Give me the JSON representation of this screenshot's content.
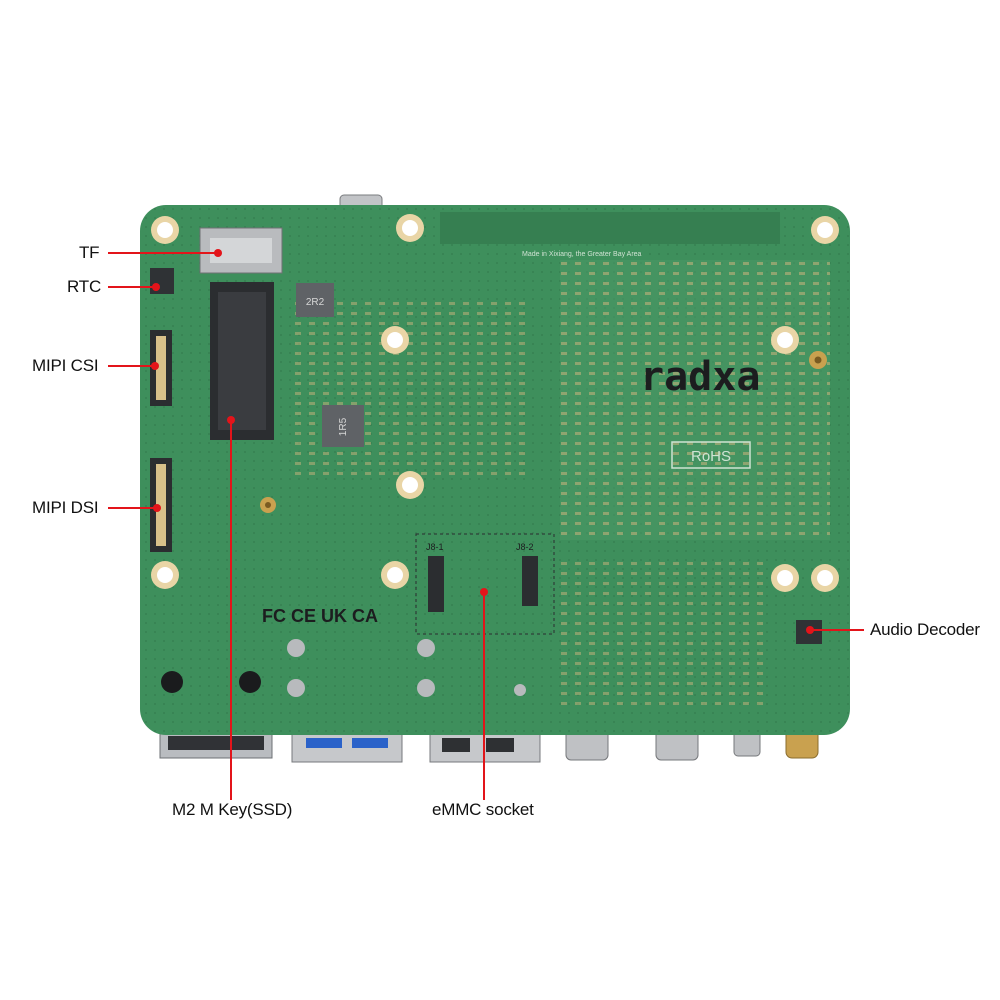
{
  "colors": {
    "background": "#ffffff",
    "board": "#3e8f5c",
    "board_dark": "#2d7047",
    "trace": "#5aa874",
    "copper": "#d8c08a",
    "callout_line": "#e3141a",
    "label_text": "#111111"
  },
  "board": {
    "logo_text": "radxa",
    "silkscreen_small": "Made in Xixiang, the Greater Bay Area",
    "rohs_text": "RoHS",
    "inductor_2r2": "2R2",
    "inductor_1r5": "1R5",
    "connector_j8_1": "J8-1",
    "connector_j8_2": "J8-2",
    "cert_marks": "FC CE UK CA"
  },
  "callouts": [
    {
      "id": "tf",
      "label": "TF"
    },
    {
      "id": "rtc",
      "label": "RTC"
    },
    {
      "id": "mipi-csi",
      "label": "MIPI CSI"
    },
    {
      "id": "mipi-dsi",
      "label": "MIPI DSI"
    },
    {
      "id": "audio-decoder",
      "label": "Audio Decoder"
    },
    {
      "id": "m2-m-key",
      "label": "M2 M Key(SSD)"
    },
    {
      "id": "emmc-socket",
      "label": "eMMC socket"
    }
  ]
}
